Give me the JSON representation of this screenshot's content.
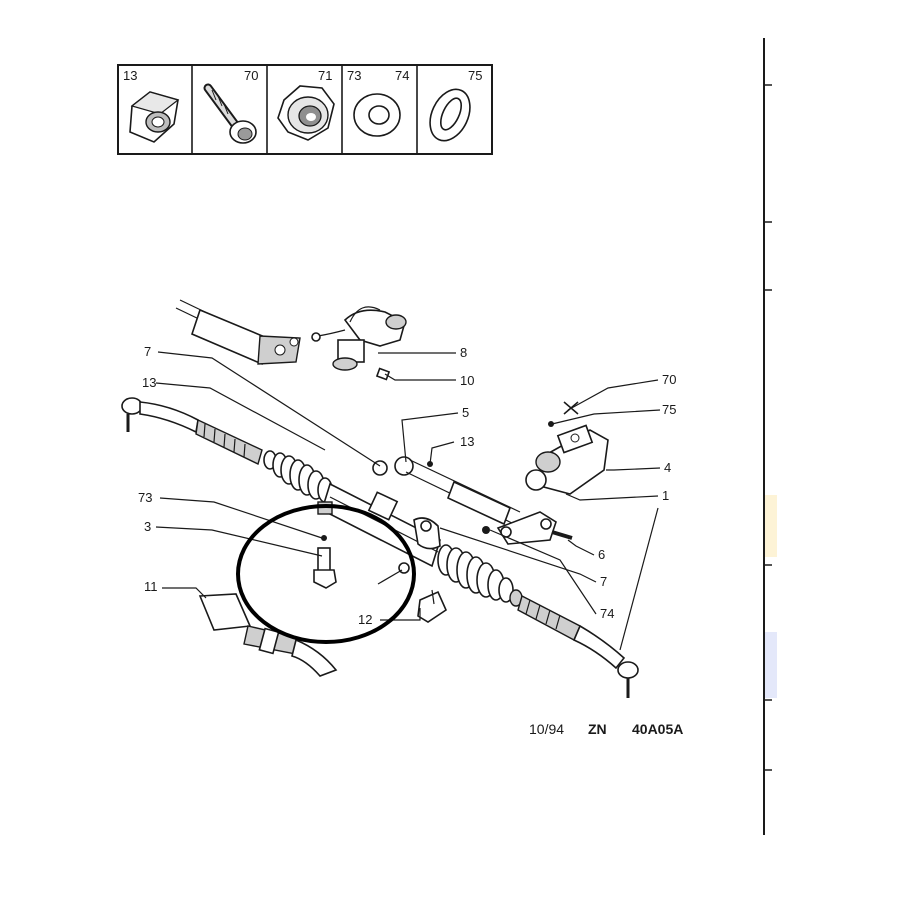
{
  "parts_box": {
    "cells": [
      {
        "id": "13",
        "labels": [
          "13"
        ]
      },
      {
        "id": "70",
        "labels": [
          "70"
        ]
      },
      {
        "id": "71",
        "labels": [
          "71"
        ]
      },
      {
        "id": "73-74",
        "labels": [
          "73",
          "74"
        ]
      },
      {
        "id": "75",
        "labels": [
          "75"
        ]
      }
    ]
  },
  "callouts": {
    "c7a": "7",
    "c8": "8",
    "c13a": "13",
    "c10": "10",
    "c5": "5",
    "c13b": "13",
    "c70": "70",
    "c75": "75",
    "c4": "4",
    "c73": "73",
    "c1": "1",
    "c3": "3",
    "c6": "6",
    "c7b": "7",
    "c11": "11",
    "c74": "74",
    "c12": "12"
  },
  "caption": {
    "date": "10/94",
    "code1": "ZN",
    "code2": "40A05A"
  },
  "colors": {
    "line": "#1a1a1a",
    "highlight_circle": "#000000",
    "right_strip_yellow": "#fdf3d6",
    "right_strip_blue": "#e4e8fa"
  }
}
